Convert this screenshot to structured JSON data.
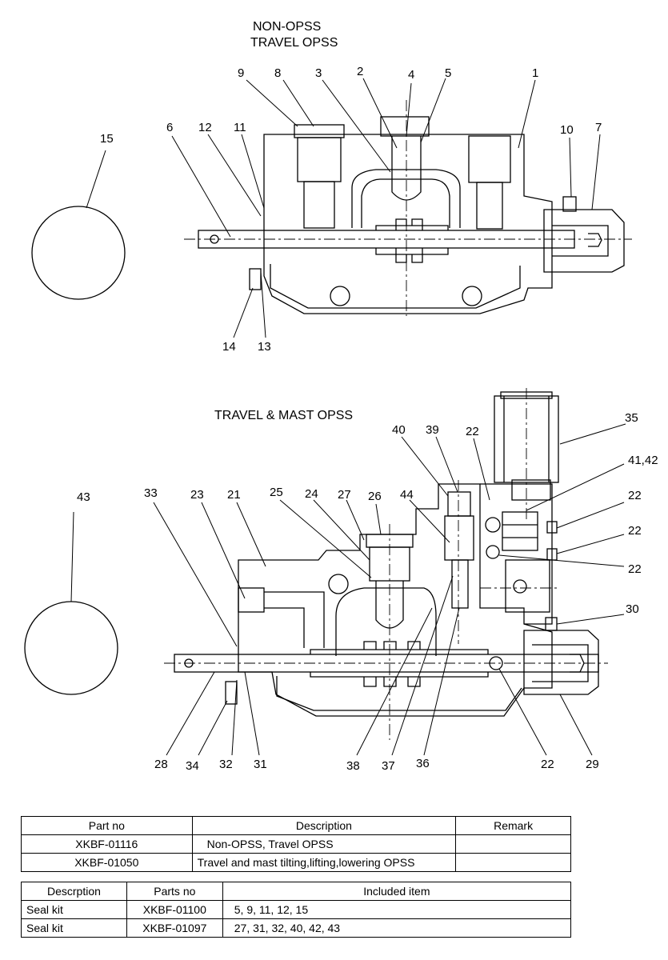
{
  "top_view": {
    "title_line1": "NON-OPSS",
    "title_line2": "TRAVEL OPSS",
    "callouts": [
      "15",
      "9",
      "8",
      "3",
      "2",
      "4",
      "5",
      "1",
      "6",
      "12",
      "11",
      "10",
      "7",
      "14",
      "13"
    ]
  },
  "bottom_view": {
    "title": "TRAVEL & MAST OPSS",
    "callouts": [
      "43",
      "33",
      "23",
      "21",
      "25",
      "24",
      "27",
      "26",
      "40",
      "39",
      "22",
      "35",
      "41,42",
      "44",
      "22",
      "22",
      "22",
      "30",
      "28",
      "34",
      "32",
      "31",
      "38",
      "37",
      "36",
      "22",
      "29"
    ]
  },
  "part_table": {
    "headers": [
      "Part no",
      "Description",
      "Remark"
    ],
    "rows": [
      [
        "XKBF-01116",
        "Non-OPSS, Travel OPSS",
        ""
      ],
      [
        "XKBF-01050",
        "Travel and mast tilting,lifting,lowering OPSS",
        ""
      ]
    ]
  },
  "kit_table": {
    "headers": [
      "Descrption",
      "Parts no",
      "Included item"
    ],
    "rows": [
      [
        "Seal kit",
        "XKBF-01100",
        "5, 9, 11, 12, 15"
      ],
      [
        "Seal kit",
        "XKBF-01097",
        "27, 31, 32, 40, 42, 43"
      ]
    ]
  }
}
